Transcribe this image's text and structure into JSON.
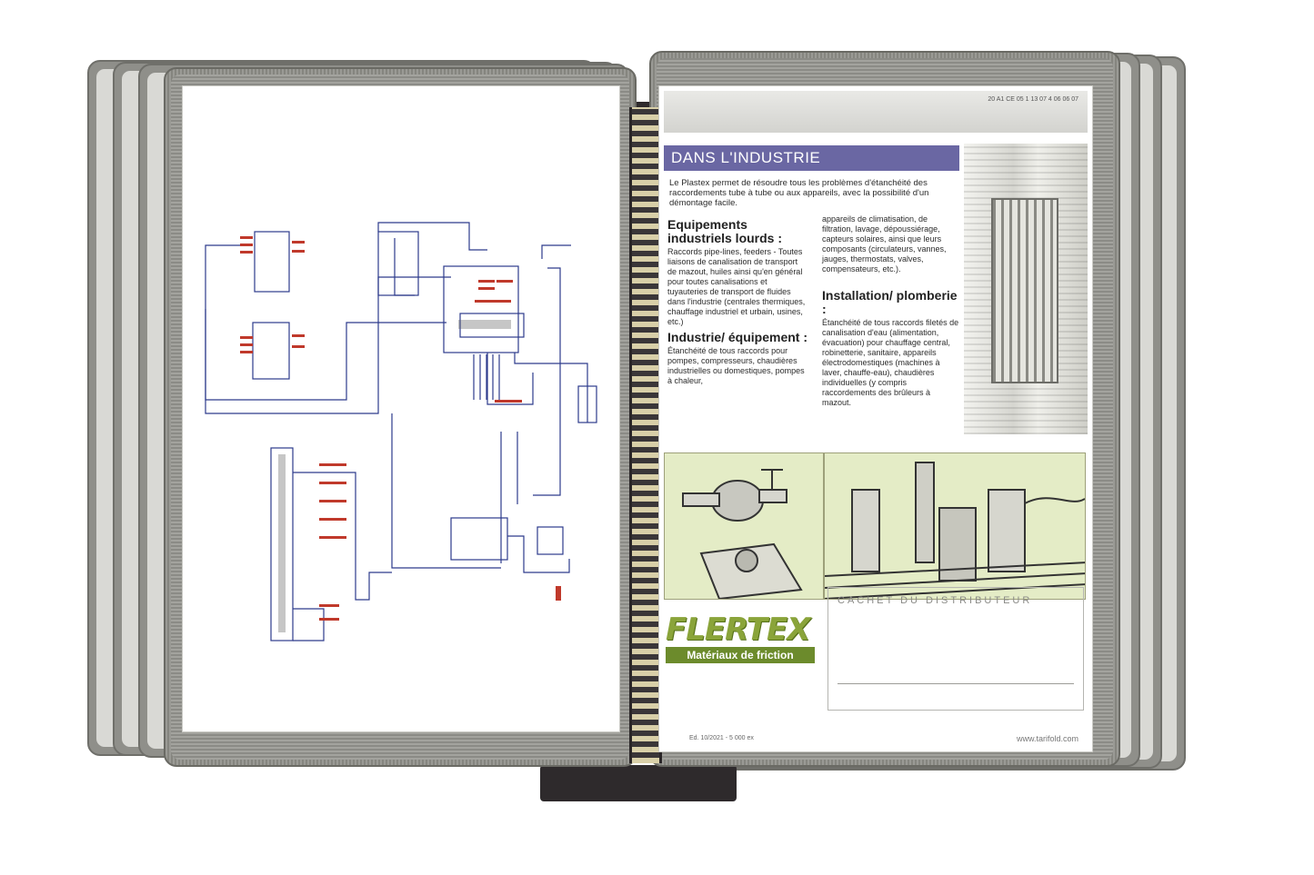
{
  "left_page": {
    "subject": "electronic circuit schematic"
  },
  "right_page": {
    "header_code": "20 A1 CE 05 1 13 07 4 06 06 07",
    "banner_title": "DANS L'INDUSTRIE",
    "intro": "Le Plastex permet de résoudre tous les problèmes d'étanchéité des raccordements tube à tube ou aux appareils, avec la possibilité d'un démontage facile.",
    "sections": [
      {
        "heading": "Equipements industriels lourds :",
        "body": "Raccords pipe-lines, feeders - Toutes liaisons de canalisation de transport de mazout, huiles ainsi qu'en général pour toutes canalisations et tuyauteries de transport de fluides dans l'industrie (centrales thermiques, chauffage industriel et urbain, usines, etc.)"
      },
      {
        "heading": "Industrie/ équipement :",
        "body": "Étanchéité de tous raccords pour pompes, compresseurs, chaudières industrielles ou domestiques, pompes à chaleur,"
      },
      {
        "heading": "",
        "body": "appareils de climatisation, de filtration, lavage, dépoussiérage, capteurs solaires, ainsi que leurs composants (circulateurs, vannes, jauges, thermostats, valves, compensateurs, etc.)."
      },
      {
        "heading": "Installation/ plomberie :",
        "body": "Étanchéité de tous raccords filetés de canalisation d'eau (alimentation, évacuation) pour chauffage central, robinetterie, sanitaire, appareils électrodomestiques (machines à laver, chauffe-eau), chaudières individuelles (y compris raccordements des brûleurs à mazout."
      }
    ],
    "logo_word": "FLERTEX",
    "logo_tagline": "Matériaux de friction",
    "stamp_label": "CACHET DU DISTRIBUTEUR",
    "website": "www.tarifold.com",
    "ref_code": "Ed. 10/2021 - 5 000 ex"
  },
  "colors": {
    "banner": "#6a67a3",
    "illustration_bg": "#e4ecc6",
    "logo_green": "#8aa43a",
    "frame_grey": "#8f8f8a",
    "bracket": "#2e2a2c",
    "schematic_line": "#2d3b8c",
    "schematic_label": "#c0392b"
  }
}
